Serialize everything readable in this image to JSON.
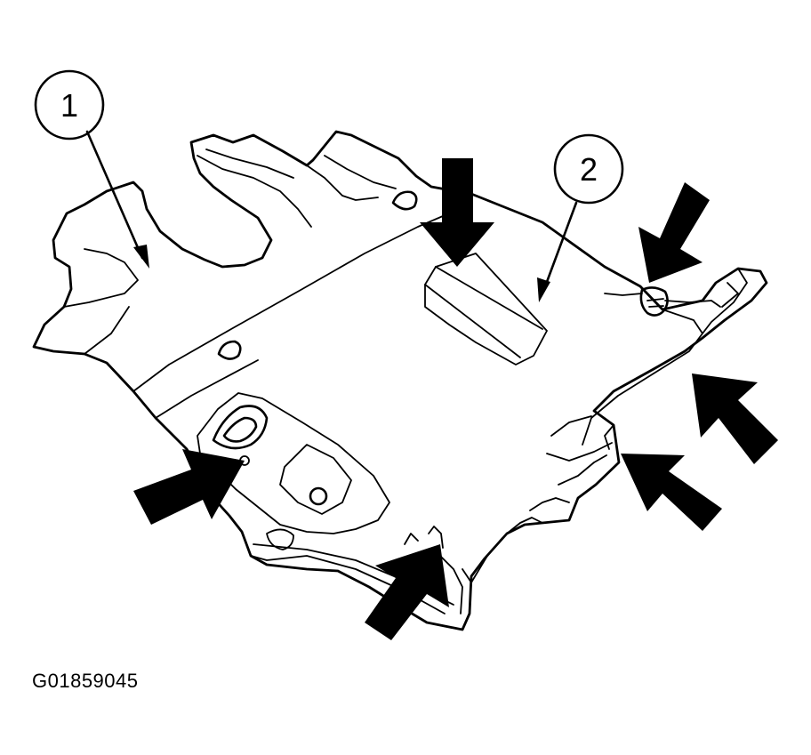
{
  "callouts": [
    {
      "id": "callout-1",
      "label": "1"
    },
    {
      "id": "callout-2",
      "label": "2"
    }
  ],
  "figure_code": "G01859045",
  "colors": {
    "line": "#000000",
    "background": "#ffffff"
  }
}
